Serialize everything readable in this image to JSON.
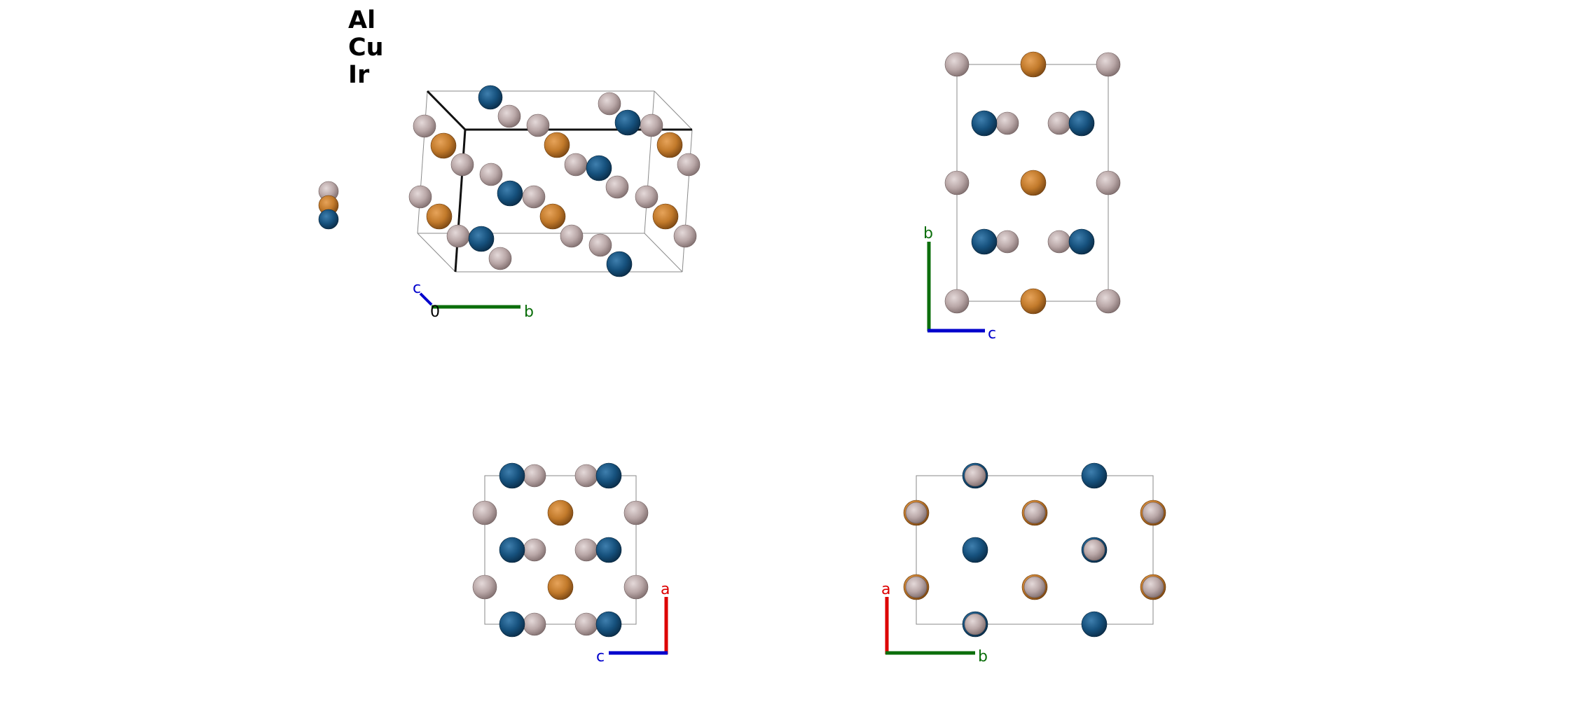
{
  "colors": {
    "Al": "#b9a7a7",
    "Cu": "#c27a2b",
    "Ir": "#16517d",
    "axis_a": "#dd0000",
    "axis_b": "#0b6e0b",
    "axis_c": "#0000cc",
    "origin": "#000000",
    "cell_line": "#888888"
  },
  "legend": {
    "al": "Al",
    "cu": "Cu",
    "ir": "Ir"
  },
  "panels": {
    "perspective": {
      "axis_c": "c",
      "axis_b": "b",
      "origin": "0"
    },
    "view_bc": {
      "axis_b": "b",
      "axis_c": "c"
    },
    "view_ac": {
      "axis_a": "a",
      "axis_c": "c"
    },
    "view_ab": {
      "axis_a": "a",
      "axis_b": "b"
    }
  }
}
